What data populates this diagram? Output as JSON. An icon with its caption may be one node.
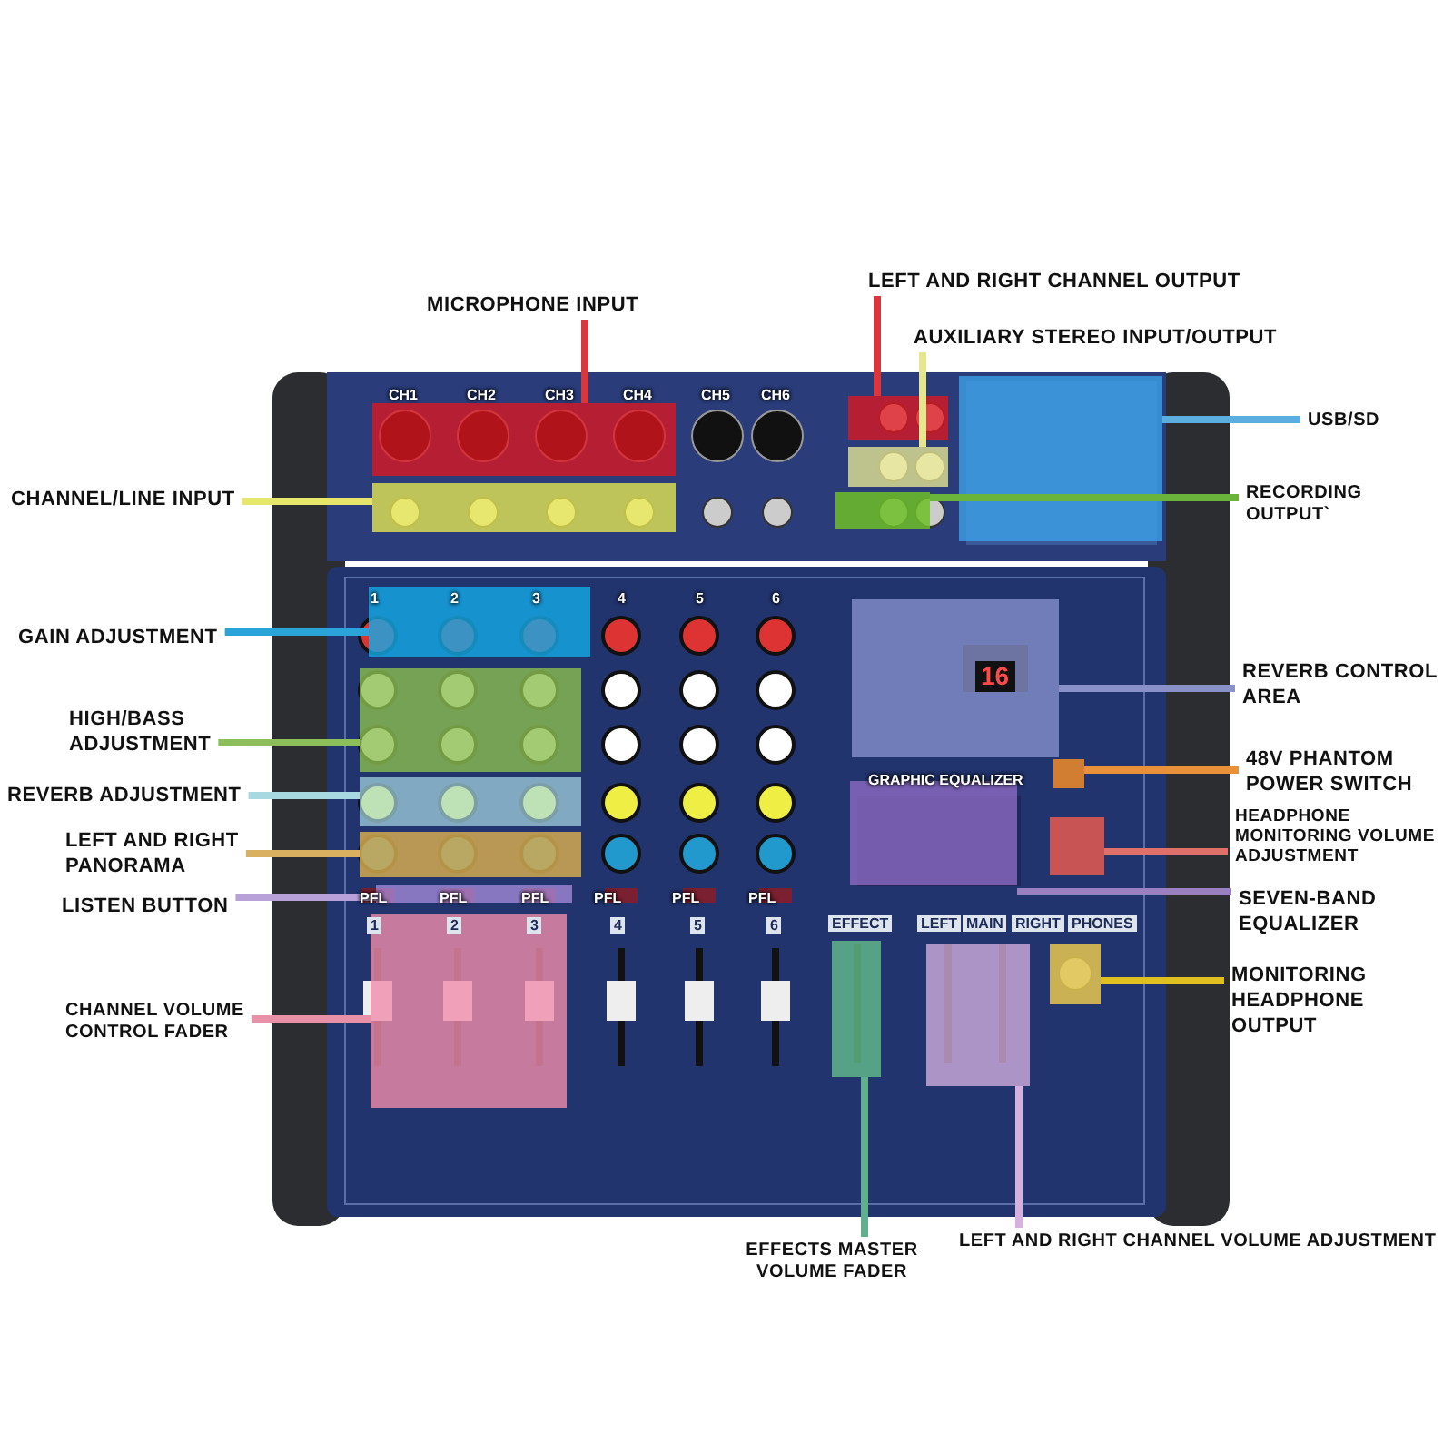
{
  "diagram": {
    "nodes": [
      {
        "text": [
          "MICROPHONE INPUT"
        ]
      },
      {
        "text": [
          "LEFT AND RIGHT CHANNEL OUTPUT"
        ]
      },
      {
        "text": [
          "AUXILIARY STEREO INPUT/OUTPUT"
        ]
      },
      {
        "text": [
          "USB/SD"
        ]
      },
      {
        "text": [
          "CHANNEL/LINE INPUT"
        ]
      },
      {
        "text": [
          "RECORDING OUTPUT`"
        ]
      },
      {
        "text": [
          "GAIN ADJUSTMENT"
        ]
      },
      {
        "text": [
          "REVERB CONTROL AREA"
        ]
      },
      {
        "text": [
          "HIGH/BASS ADJUSTMENT"
        ]
      },
      {
        "text": [
          "48V PHANTOM POWER SWITCH"
        ]
      },
      {
        "text": [
          "REVERB ADJUSTMENT"
        ]
      },
      {
        "text": [
          "HEADPHONE MONITORING VOLUME ADJUSTMENT"
        ]
      },
      {
        "text": [
          "LEFT AND RIGHT PANORAMA"
        ]
      },
      {
        "text": [
          "SEVEN-BAND EQUALIZER"
        ]
      },
      {
        "text": [
          "LISTEN BUTTON"
        ]
      },
      {
        "text": [
          "CHANNEL VOLUME CONTROL FADER"
        ]
      },
      {
        "text": [
          "MONITORING HEADPHONE OUTPUT"
        ]
      },
      {
        "text": [
          "EFFECTS MASTER VOLUME FADER"
        ]
      },
      {
        "text": [
          "LEFT AND RIGHT CHANNEL VOLUME ADJUSTMENT"
        ]
      },
      {
        "text": [],
        "shape": "box"
      },
      {
        "text": [],
        "shape": "box"
      },
      {
        "text": [],
        "shape": "box"
      },
      {
        "text": [],
        "shape": "box"
      },
      {
        "text": [],
        "shape": "box"
      },
      {
        "text": [],
        "shape": "box"
      },
      {
        "text": [],
        "shape": "box"
      },
      {
        "text": [],
        "shape": "box"
      },
      {
        "text": [],
        "shape": "box"
      },
      {
        "text": [],
        "shape": "box"
      },
      {
        "text": [],
        "shape": "box"
      },
      {
        "text": [],
        "shape": "box"
      },
      {
        "text": [],
        "shape": "box"
      },
      {
        "text": [],
        "shape": "box"
      },
      {
        "text": [],
        "shape": "box"
      },
      {
        "text": [],
        "shape": "box"
      },
      {
        "text": [],
        "shape": "box"
      },
      {
        "text": [],
        "shape": "box"
      },
      {
        "text": [],
        "shape": "box"
      }
    ],
    "edges": [
      {
        "from": 0,
        "to": 19,
        "arrow": "none",
        "color": "#d9363e"
      },
      {
        "from": 1,
        "to": 20,
        "arrow": "none",
        "color": "#d9363e"
      },
      {
        "from": 2,
        "to": 21,
        "arrow": "none",
        "color": "#e6e68c"
      },
      {
        "from": 3,
        "to": 22,
        "arrow": "none",
        "color": "#5aafe0"
      },
      {
        "from": 4,
        "to": 23,
        "arrow": "none",
        "color": "#e6e66a"
      },
      {
        "from": 5,
        "to": 24,
        "arrow": "none",
        "color": "#6ab43c"
      },
      {
        "from": 6,
        "to": 25,
        "arrow": "none",
        "color": "#2aa3d8"
      },
      {
        "from": 7,
        "to": 26,
        "arrow": "none",
        "color": "#8a90c8"
      },
      {
        "from": 8,
        "to": 27,
        "arrow": "none",
        "color": "#8cbf5a"
      },
      {
        "from": 9,
        "to": 28,
        "arrow": "none",
        "color": "#e8903a"
      },
      {
        "from": 10,
        "to": 29,
        "arrow": "none",
        "color": "#a8d8e0"
      },
      {
        "from": 11,
        "to": 30,
        "arrow": "none",
        "color": "#e0706a"
      },
      {
        "from": 12,
        "to": 31,
        "arrow": "none",
        "color": "#d8b060"
      },
      {
        "from": 13,
        "to": 32,
        "arrow": "none",
        "color": "#9a80c0"
      },
      {
        "from": 14,
        "to": 33,
        "arrow": "none",
        "color": "#b8a0d8"
      },
      {
        "from": 15,
        "to": 34,
        "arrow": "none",
        "color": "#e890a8"
      },
      {
        "from": 16,
        "to": 35,
        "arrow": "none",
        "color": "#e0c020"
      },
      {
        "from": 17,
        "to": 36,
        "arrow": "none",
        "color": "#60b090"
      },
      {
        "from": 18,
        "to": 37,
        "arrow": "none",
        "color": "#d8b0e0"
      }
    ],
    "labels": [
      "CH1",
      "CH2",
      "CH3",
      "CH4",
      "CH5",
      "CH6",
      "1",
      "2",
      "3",
      "4",
      "5",
      "6",
      "GRAPHIC EQUALIZER",
      "16",
      "PFL",
      "PFL",
      "PFL",
      "PFL",
      "PFL",
      "PFL",
      "1",
      "2",
      "3",
      "4",
      "5",
      "6",
      "EFFECT",
      "LEFT",
      "MAIN",
      "RIGHT",
      "PHONES"
    ]
  }
}
